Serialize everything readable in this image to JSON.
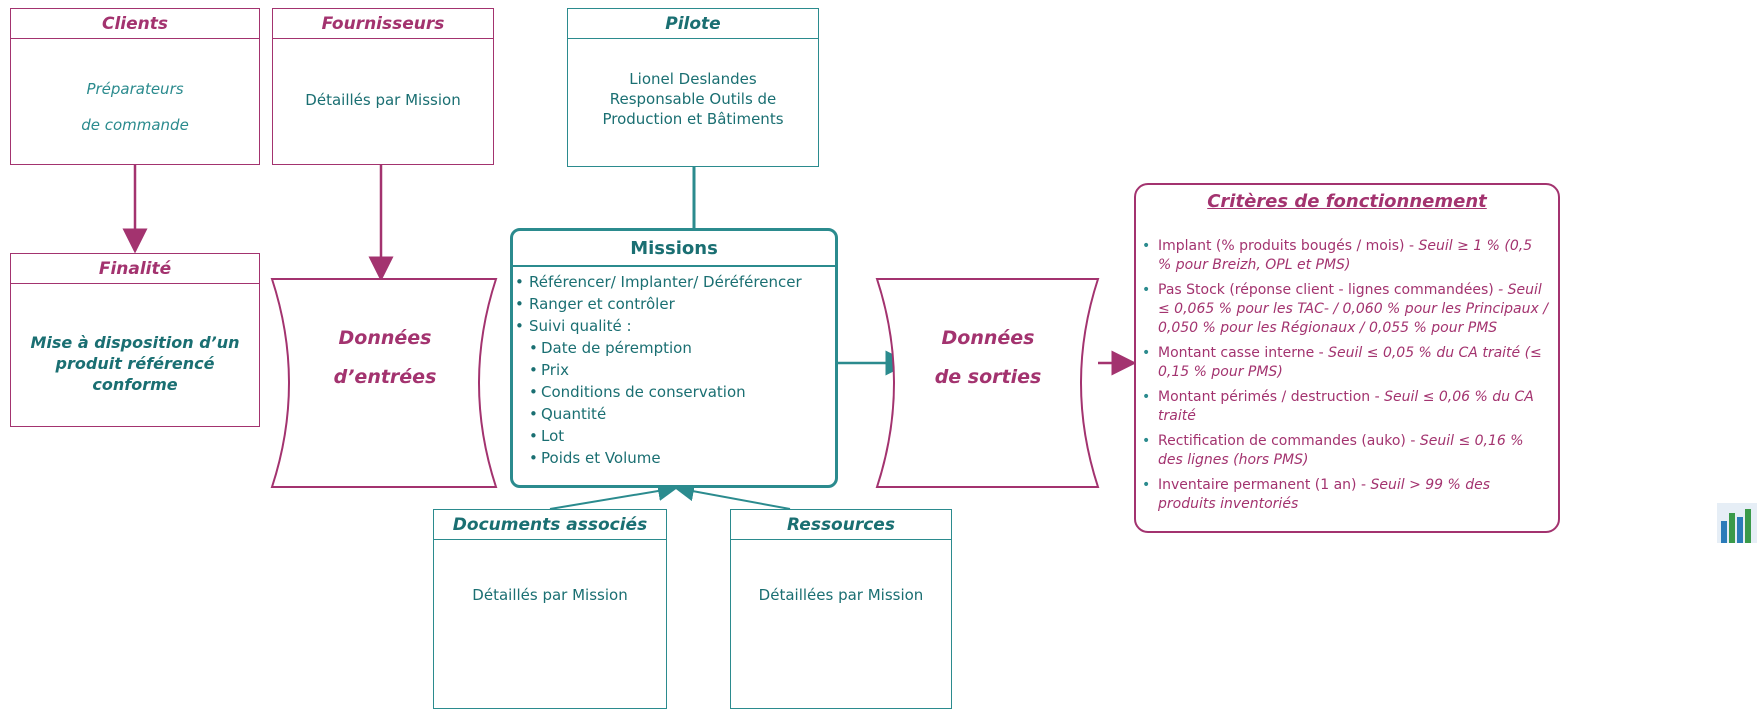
{
  "clients": {
    "title": "Clients",
    "line1": "Préparateurs",
    "line2": "de commande"
  },
  "fournisseurs": {
    "title": "Fournisseurs",
    "body": "Détaillés par Mission"
  },
  "pilote": {
    "title": "Pilote",
    "line1": "Lionel Deslandes",
    "line2": "Responsable Outils de",
    "line3": "Production et Bâtiments"
  },
  "finalite": {
    "title": "Finalité",
    "line1": "Mise à disposition d’un",
    "line2": "produit référencé",
    "line3": "conforme"
  },
  "donnees_entrees": {
    "line1": "Données",
    "line2": "d’entrées"
  },
  "missions": {
    "title": "Missions",
    "items": [
      "Référencer/ Implanter/ Déréférencer",
      "Ranger et contrôler",
      "Suivi qualité :"
    ],
    "sub_items": [
      "Date de péremption",
      "Prix",
      "Conditions de conservation",
      "Quantité",
      "Lot",
      "Poids et Volume"
    ]
  },
  "donnees_sorties": {
    "line1": "Données",
    "line2": "de sorties"
  },
  "criteres": {
    "title": "Critères de fonctionnement",
    "items": [
      {
        "label": "Implant (% produits bougés / mois) -",
        "threshold": "Seuil ≥ 1 % (0,5 % pour Breizh, OPL et PMS)"
      },
      {
        "label": "Pas Stock (réponse client - lignes commandées)",
        "threshold": "- Seuil ≤ 0,065 % pour les TAC- / 0,060 % pour les Principaux / 0,050 % pour les Régionaux / 0,055 % pour PMS"
      },
      {
        "label": "Montant casse interne -",
        "threshold": "Seuil ≤ 0,05 % du CA traité (≤ 0,15 % pour PMS)"
      },
      {
        "label": "Montant périmés / destruction -",
        "threshold": "Seuil ≤ 0,06 % du CA traité"
      },
      {
        "label": "Rectification de commandes (auko) -",
        "threshold": "Seuil ≤ 0,16 % des lignes (hors PMS)"
      },
      {
        "label": "Inventaire permanent (1 an) -",
        "threshold": "Seuil > 99 % des produits inventoriés"
      }
    ]
  },
  "documents": {
    "title": "Documents associés",
    "body": "Détaillés par Mission"
  },
  "ressources": {
    "title": "Ressources",
    "body": "Détaillées par Mission"
  },
  "colors": {
    "magenta": "#a3336f",
    "teal": "#2b8b8e",
    "text_teal": "#1a6f72"
  },
  "icons": {
    "corner": "bar-chart-icon"
  }
}
